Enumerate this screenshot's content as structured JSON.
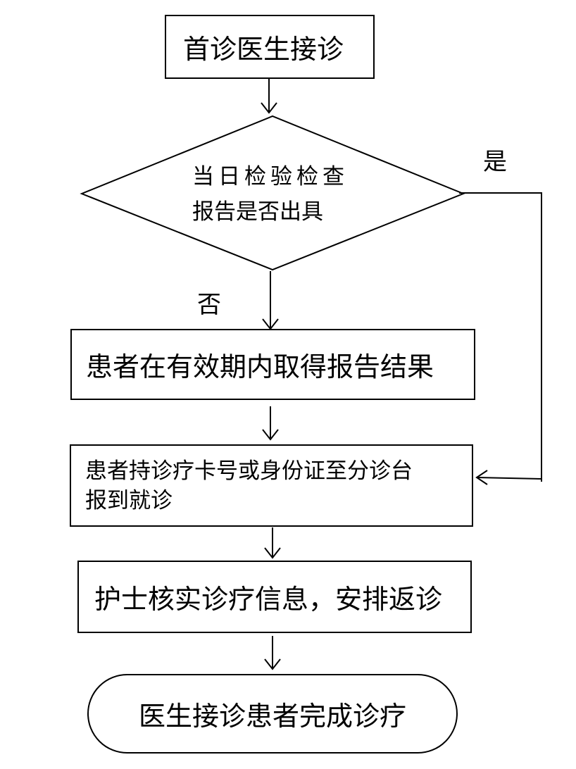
{
  "nodes": {
    "start": "首诊医生接诊",
    "decision_line1": "当日检验检查",
    "decision_line2": "报告是否出具",
    "get_report": "患者在有效期内取得报告结果",
    "checkin_line1": "患者持诊疗卡号或身份证至分诊台",
    "checkin_line2": "报到就诊",
    "nurse": "护士核实诊疗信息，安排返诊",
    "end": "医生接诊患者完成诊疗"
  },
  "labels": {
    "yes": "是",
    "no": "否"
  }
}
